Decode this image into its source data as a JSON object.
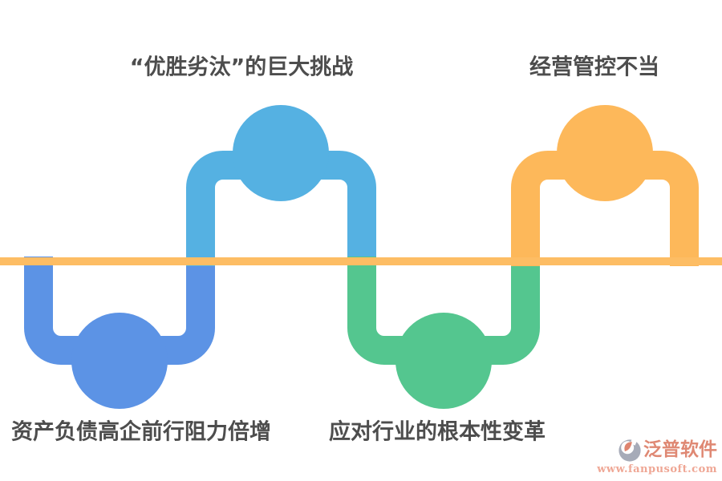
{
  "diagram": {
    "background": "#FFFFFF",
    "top_labels": [
      {
        "text": "“优胜劣汰”的巨大挑战"
      },
      {
        "text": "经营管控不当"
      }
    ],
    "bottom_labels": [
      {
        "text": "资产负债高企前行阻力倍增"
      },
      {
        "text": "应对行业的根本性变革"
      }
    ],
    "colors": {
      "royal_blue": "#5C93E5",
      "light_blue": "#55B1E2",
      "green": "#54C68F",
      "orange": "#FDB85A",
      "baseline": "#FDBD64",
      "label_text": "#4D4D4D"
    }
  },
  "watermark": {
    "brand": "泛普软件",
    "url": "www.fanpusoft.com",
    "brand_color": "#DF8873",
    "url_color": "#EFA795",
    "icon_gray": "#A6ABB8",
    "icon_salmon": "#DE8570"
  }
}
